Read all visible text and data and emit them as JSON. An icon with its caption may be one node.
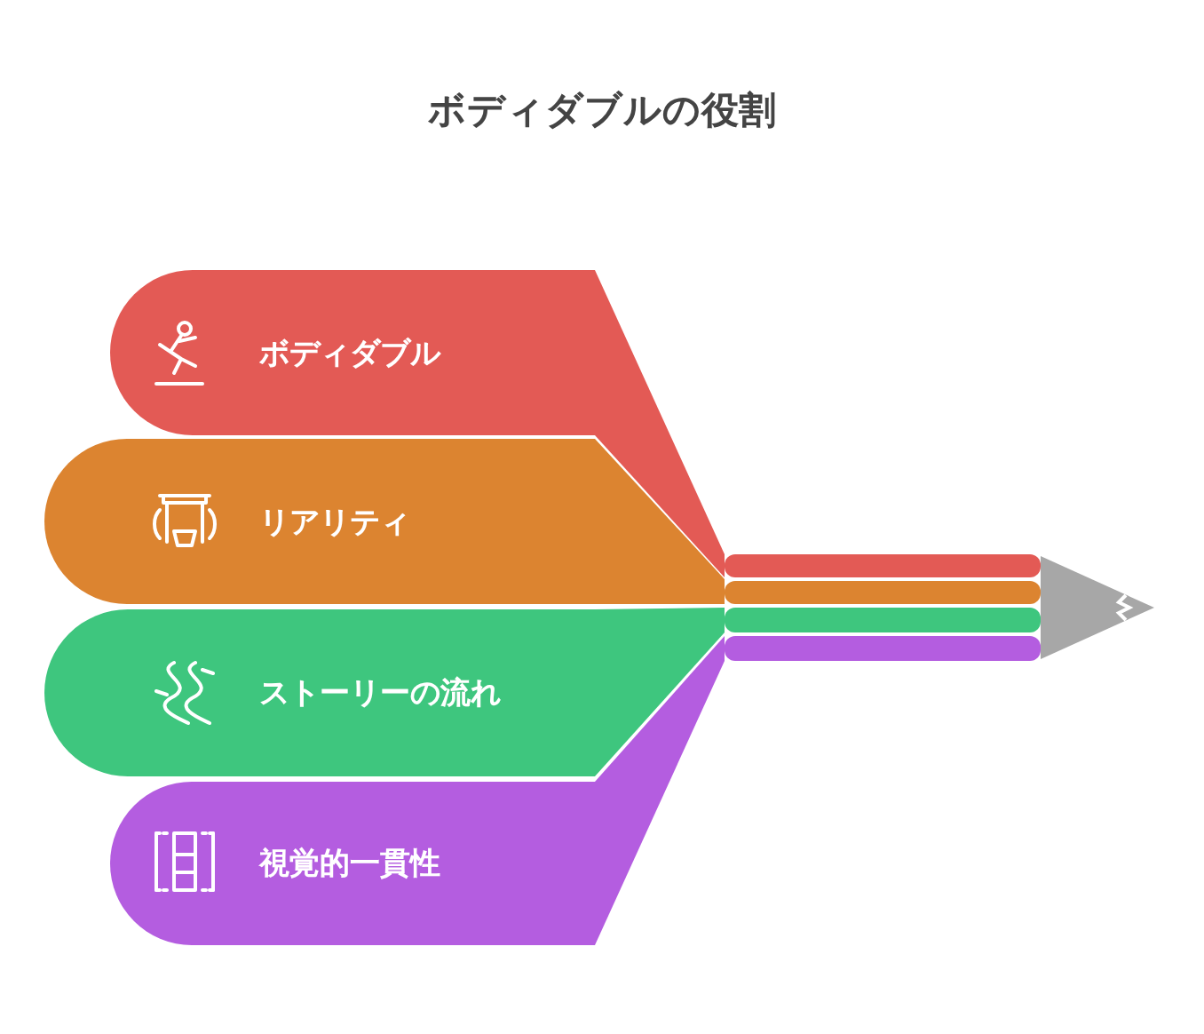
{
  "diagram": {
    "title": "ボディダブルの役割",
    "nodes": [
      {
        "text": [
          "ボディダブル"
        ]
      },
      {
        "text": [
          "リアリティ"
        ]
      },
      {
        "text": [
          "ストーリーの流れ"
        ]
      },
      {
        "text": [
          "視覚的一貫性"
        ]
      }
    ]
  }
}
